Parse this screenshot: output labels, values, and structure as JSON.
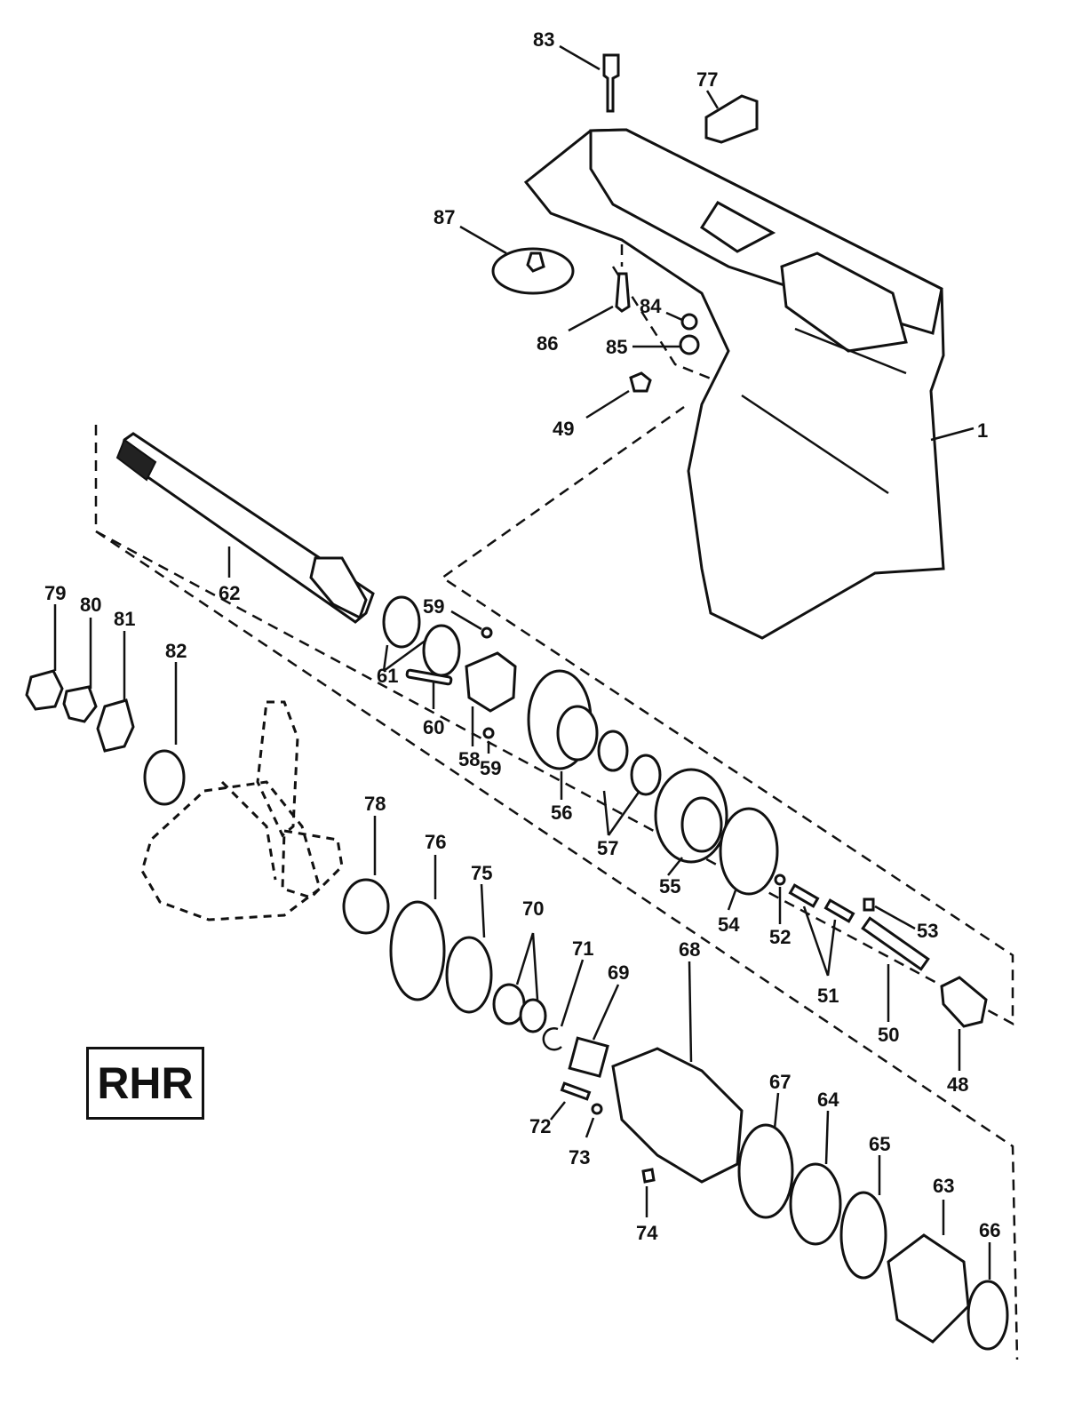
{
  "badge": "RHR",
  "callouts": [
    "1",
    "48",
    "49",
    "50",
    "51",
    "52",
    "53",
    "54",
    "55",
    "56",
    "57",
    "58",
    "59",
    "59",
    "60",
    "61",
    "62",
    "63",
    "64",
    "65",
    "66",
    "67",
    "68",
    "69",
    "70",
    "71",
    "72",
    "73",
    "74",
    "75",
    "76",
    "77",
    "78",
    "79",
    "80",
    "81",
    "82",
    "83",
    "84",
    "85",
    "86",
    "87"
  ]
}
